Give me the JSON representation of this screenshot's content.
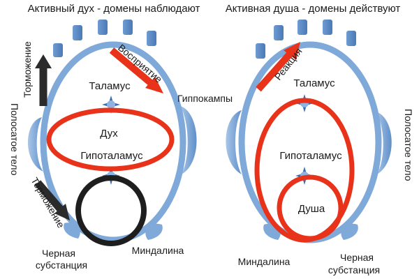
{
  "left_panel": {
    "title": "Активный дух - домены наблюдают",
    "arrow_up_label": "Торможение",
    "arrow_down_label": "Торможение",
    "arrow_in_label": "Восприятие",
    "side_label": "Полосатое тело",
    "thalamus": "Таламус",
    "spirit": "Дух",
    "hypothalamus": "Гипоталамус",
    "hippocampi": "Гиппокампы",
    "substantia_line1": "Черная",
    "substantia_line2": "субстанция",
    "amygdala": "Миндалина"
  },
  "right_panel": {
    "title": "Активная душа - домены действуют",
    "arrow_out_label": "Реакция",
    "thalamus": "Таламус",
    "hypothalamus": "Гипоталамус",
    "soul": "Душа",
    "side_label": "Полосатое тело",
    "amygdala": "Миндалина",
    "substantia_line1": "Черная",
    "substantia_line2": "субстанция"
  },
  "colors": {
    "brain_outline": "#7fa9d8",
    "brain_fill": "#dfeaf6",
    "red": "#e8321a",
    "black": "#1e1e1e",
    "arrow_dark": "#2b2b2b"
  }
}
